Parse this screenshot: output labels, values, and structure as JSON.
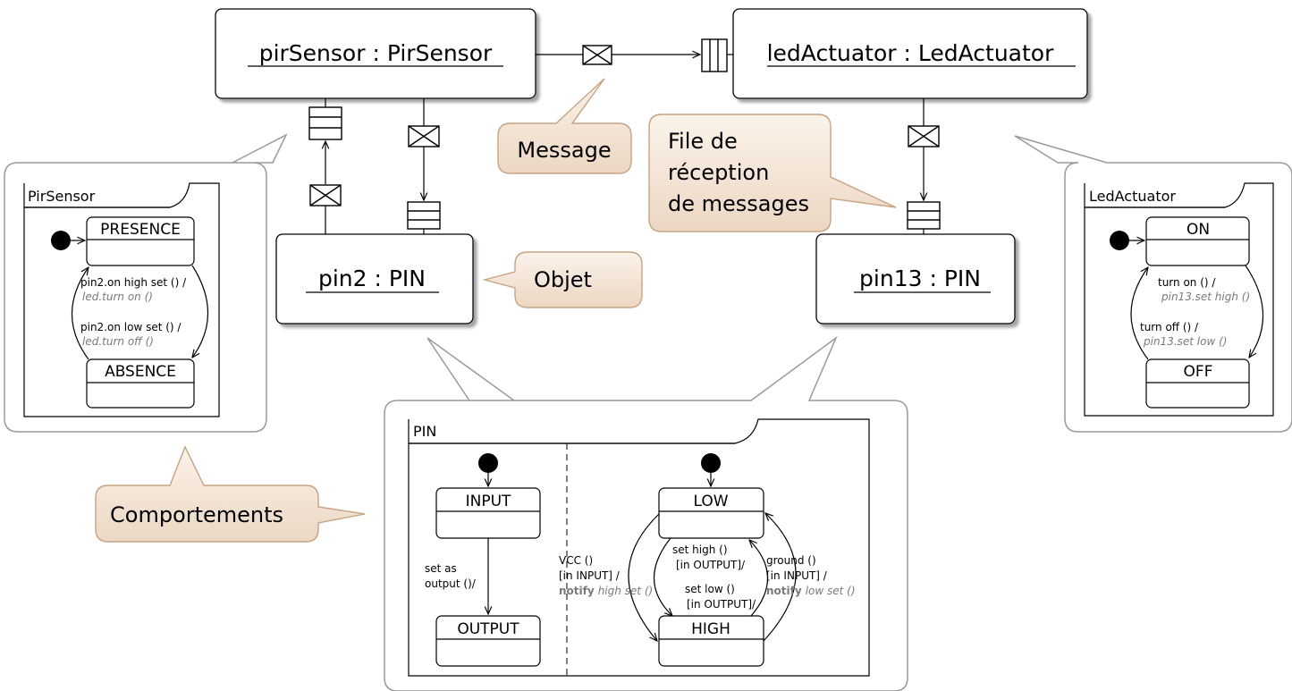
{
  "objects": {
    "pir": "pirSensor : PirSensor",
    "led": "ledActuator : LedActuator",
    "pin2": "pin2 : PIN",
    "pin13": "pin13 : PIN"
  },
  "callouts": {
    "message": "Message",
    "queue_line1": "File de",
    "queue_line2": "réception",
    "queue_line3": "de messages",
    "object": "Objet",
    "behaviours": "Comportements"
  },
  "pir_sm": {
    "title": "PirSensor",
    "state_presence": "PRESENCE",
    "state_absence": "ABSENCE",
    "t1_trigger": "pin2.on high set () /",
    "t1_action": "led.turn on ()",
    "t2_trigger": "pin2.on low set () /",
    "t2_action": "led.turn off ()"
  },
  "led_sm": {
    "title": "LedActuator",
    "state_on": "ON",
    "state_off": "OFF",
    "t1_trigger": "turn on () /",
    "t1_action": "pin13.set high ()",
    "t2_trigger": "turn off () /",
    "t2_action": "pin13.set low ()"
  },
  "pin_sm": {
    "title": "PIN",
    "state_input": "INPUT",
    "state_output": "OUTPUT",
    "state_low": "LOW",
    "state_high": "HIGH",
    "t_setout_1": "set as",
    "t_setout_2": "output ()/",
    "t_vcc_1": "VCC ()",
    "t_vcc_2": "[in INPUT] /",
    "t_vcc_3a": "notify",
    "t_vcc_3b": "high set ()",
    "t_sethigh_1": "set high ()",
    "t_sethigh_2": "[in OUTPUT]/",
    "t_setlow_1": "set low ()",
    "t_setlow_2": "[in OUTPUT]/",
    "t_ground_1": "ground ()",
    "t_ground_2": "[in INPUT] /",
    "t_ground_3a": "notify",
    "t_ground_3b": "low set ()"
  }
}
